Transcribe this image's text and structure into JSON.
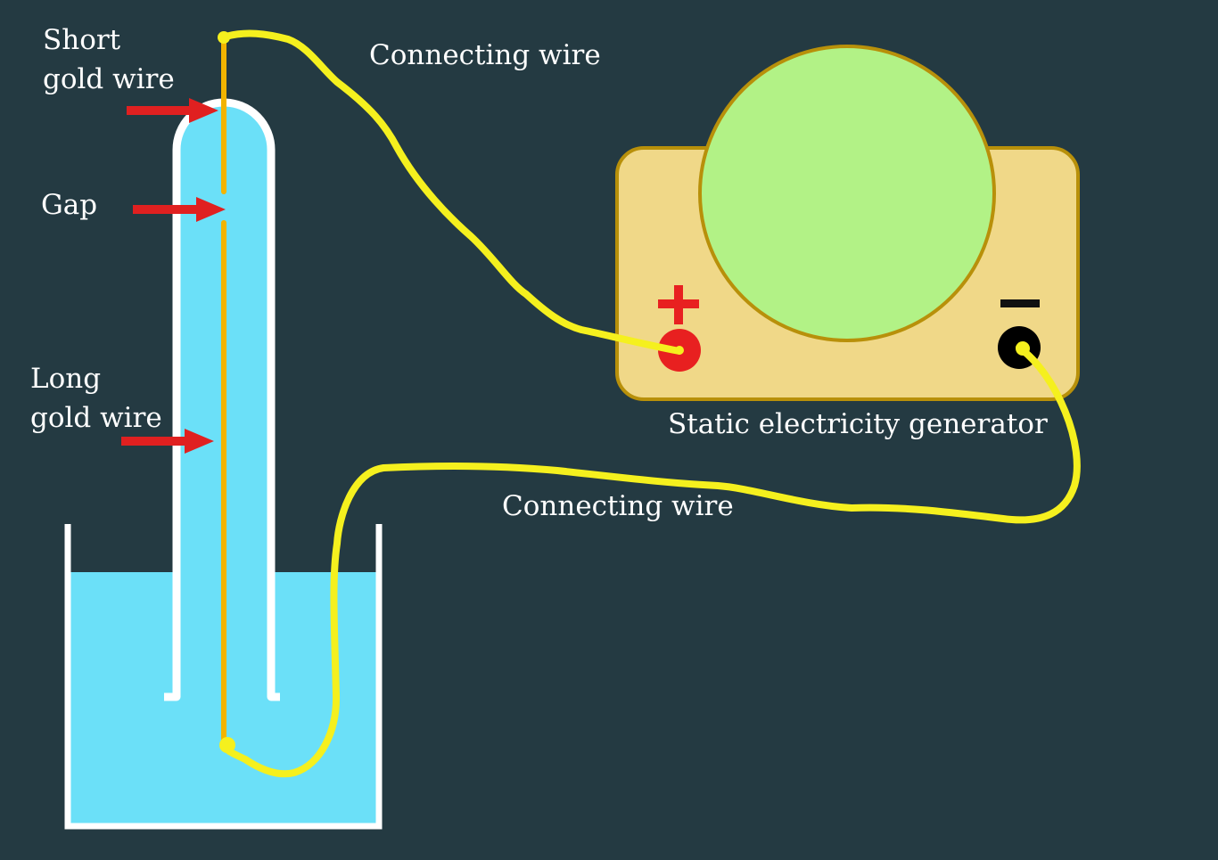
{
  "labels": {
    "short_gold_wire_line1": "Short",
    "short_gold_wire_line2": "gold wire",
    "gap": "Gap",
    "long_gold_wire_line1": "Long",
    "long_gold_wire_line2": "gold wire",
    "connecting_wire_top": "Connecting wire",
    "connecting_wire_bottom": "Connecting wire",
    "generator": "Static electricity generator",
    "positive_sign": "+",
    "negative_sign": "−"
  },
  "colors": {
    "background": "#243a42",
    "water": "#6be0f8",
    "glass": "#ffffff",
    "gold_wire": "#f2b400",
    "connecting_wire": "#f5f01e",
    "generator_body": "#f0d888",
    "generator_outline": "#b8900a",
    "generator_dome": "#b2f286",
    "arrow": "#e02020",
    "positive_terminal": "#e82020",
    "negative_terminal": "#000000"
  }
}
